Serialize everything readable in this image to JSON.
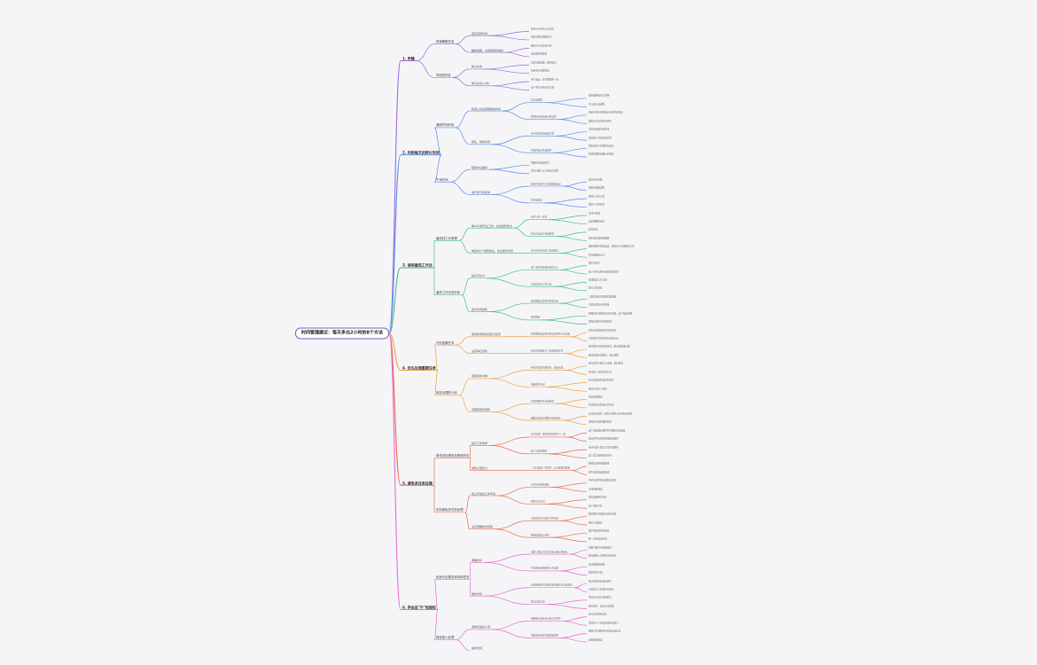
{
  "mindmap": {
    "root": {
      "label": "时间管理建议：每天多出2小时的8个方法",
      "color": "#7a5dc7",
      "children": [
        {
          "label": "1. 早睡",
          "color": "#9c6ad6",
          "children": [
            {
              "label": "规律睡眠作息",
              "children": [
                {
                  "label": "固定就寝时间",
                  "children": [
                    {
                      "label": "每晚十点半前上床休息"
                    },
                    {
                      "label": "周末也保持相同作息"
                    }
                  ]
                },
                {
                  "label": "睡前准备：关闭屏幕并放松",
                  "children": [
                    {
                      "label": "睡前半小时远离手机"
                    },
                    {
                      "label": "阅读或冥想放松"
                    }
                  ]
                }
              ]
            },
            {
              "label": "早起的好处",
              "children": [
                {
                  "label": "精力充沛",
                  "children": [
                    {
                      "label": "早晨头脑清醒，效率更高"
                    },
                    {
                      "label": "有更多时间做准备"
                    }
                  ]
                },
                {
                  "label": "每日多出1小时",
                  "children": [
                    {
                      "label": "用于运动、读书或规划一天"
                    },
                    {
                      "label": "减少匆忙带来的压力感"
                    }
                  ]
                }
              ]
            }
          ]
        },
        {
          "label": "2. 利用每天的碎片时间",
          "color": "#5b8def",
          "children": [
            {
              "label": "通勤时间利用",
              "children": [
                {
                  "label": "利用公共交通通勤的时间",
                  "children": [
                    {
                      "label": "听音频课程",
                      "children": [
                        {
                          "label": "收听播客和有声读物"
                        },
                        {
                          "label": "学习语言类课程"
                        }
                      ]
                    },
                    {
                      "label": "整理待办事项和日程安排",
                      "children": [
                        {
                          "label": "使用手机应用快速记录任务和想法"
                        },
                        {
                          "label": "规划好当天的重点任务"
                        }
                      ]
                    }
                  ]
                },
                {
                  "label": "排队、等候时间",
                  "children": [
                    {
                      "label": "用手机阅读新闻和文章",
                      "children": [
                        {
                          "label": "浏览新闻和行业资讯"
                        },
                        {
                          "label": "阅读电子书或长篇文章"
                        }
                      ]
                    },
                    {
                      "label": "快速回复消息和邮件",
                      "children": [
                        {
                          "label": "回复简单工作邮件和消息"
                        },
                        {
                          "label": "处理需要快速确认的事项"
                        }
                      ]
                    }
                  ]
                }
              ]
            },
            {
              "label": "午休时间",
              "children": [
                {
                  "label": "短暂休息放松",
                  "children": [
                    {
                      "label": "闭眼休息恢复精力"
                    },
                    {
                      "label": "适当小睡十五分钟提升效率"
                    }
                  ]
                },
                {
                  "label": "进行学习和思考",
                  "children": [
                    {
                      "label": "用碎片时间学习新技能和知识",
                      "children": [
                        {
                          "label": "阅读专业书籍"
                        },
                        {
                          "label": "观看短视频课程"
                        }
                      ]
                    },
                    {
                      "label": "思考和总结",
                      "children": [
                        {
                          "label": "整理上午的工作"
                        },
                        {
                          "label": "规划下午的任务"
                        }
                      ]
                    }
                  ]
                }
              ]
            }
          ]
        },
        {
          "label": "3. 使用番茄工作法",
          "color": "#3fbf8f",
          "children": [
            {
              "label": "番茄钟工作原理",
              "children": [
                {
                  "label": "每25分钟专注工作，然后短暂休息",
                  "children": [
                    {
                      "label": "专注于单一任务",
                      "children": [
                        {
                          "label": "关闭干扰源"
                        },
                        {
                          "label": "设定明确的目标"
                        }
                      ]
                    },
                    {
                      "label": "休息时远离工作和屏幕",
                      "children": [
                        {
                          "label": "起身活动"
                        },
                        {
                          "label": "喝水或远眺放松眼睛"
                        }
                      ]
                    }
                  ]
                },
                {
                  "label": "每完成4个番茄钟后，休息更长时间",
                  "children": [
                    {
                      "label": "长时间休息有助于恢复精力",
                      "children": [
                        {
                          "label": "散步或进行轻度运动，放松身心后再继续工作"
                        },
                        {
                          "label": "补充能量和水分"
                        }
                      ]
                    }
                  ]
                }
              ]
            },
            {
              "label": "番茄工作法的好处",
              "children": [
                {
                  "label": "提高专注力",
                  "children": [
                    {
                      "label": "减少多任务处理带来的分心",
                      "children": [
                        {
                          "label": "集中注意力"
                        },
                        {
                          "label": "减少任务切换带来的效率损失"
                        }
                      ]
                    },
                    {
                      "label": "培养良好的工作节奏",
                      "children": [
                        {
                          "label": "形成固定工作习惯"
                        },
                        {
                          "label": "提升工作效率"
                        }
                      ]
                    }
                  ]
                },
                {
                  "label": "提升时间感知",
                  "children": [
                    {
                      "label": "更准确地估算任务所需时间",
                      "children": [
                        {
                          "label": "了解每项任务需要的番茄数"
                        },
                        {
                          "label": "合理安排每日任务量"
                        }
                      ]
                    },
                    {
                      "label": "避免拖延",
                      "children": [
                        {
                          "label": "明确的时间限制带来紧迫感，减少拖延现象"
                        },
                        {
                          "label": "增强完成任务的成就感"
                        }
                      ]
                    }
                  ]
                }
              ]
            }
          ]
        },
        {
          "label": "4. 优先处理重要任务",
          "color": "#f2a03d",
          "children": [
            {
              "label": "识别重要任务",
              "children": [
                {
                  "label": "使用四象限法则区分任务",
                  "children": [
                    {
                      "label": "按重要程度和紧急程度将任务分为四类",
                      "children": [
                        {
                          "label": "优先完成重要且紧急的任务"
                        },
                        {
                          "label": "为重要不紧急的任务安排时间"
                        }
                      ]
                    }
                  ]
                },
                {
                  "label": "设定每日目标",
                  "children": [
                    {
                      "label": "每天早晨确定三个最重要的任务",
                      "children": [
                        {
                          "label": "集中精力完成关键任务，避免被琐事占据"
                        },
                        {
                          "label": "晚间回顾完成情况，及时调整"
                        }
                      ]
                    }
                  ]
                }
              ]
            },
            {
              "label": "制定合理的计划",
              "children": [
                {
                  "label": "使用待办清单",
                  "children": [
                    {
                      "label": "将任务按优先级排列，逐项完成",
                      "children": [
                        {
                          "label": "将大任务分解为小步骤，逐步推进"
                        },
                        {
                          "label": "每完成一项任务就打勾"
                        }
                      ]
                    },
                    {
                      "label": "预留缓冲时间",
                      "children": [
                        {
                          "label": "应对突发事件和意外情况"
                        },
                        {
                          "label": "避免计划过于紧凑"
                        }
                      ]
                    }
                  ]
                },
                {
                  "label": "定期回顾和调整",
                  "children": [
                    {
                      "label": "每周回顾任务完成情况",
                      "children": [
                        {
                          "label": "总结经验教训"
                        },
                        {
                          "label": "优化任务安排和计划方法"
                        }
                      ]
                    },
                    {
                      "label": "根据实际情况调整计划和目标",
                      "children": [
                        {
                          "label": "灵活应对变化，保持计划的可行性和有效性"
                        },
                        {
                          "label": "保持动力和积极的态度"
                        }
                      ]
                    }
                  ]
                }
              ]
            }
          ]
        },
        {
          "label": "5. 避免多任务处理",
          "color": "#ec6a4c",
          "children": [
            {
              "label": "单任务处理的优势和好处",
              "children": [
                {
                  "label": "提高工作效率",
                  "children": [
                    {
                      "label": "专注完成一项任务后再进行下一项",
                      "children": [
                        {
                          "label": "减少因频繁切换任务导致的时间浪费"
                        },
                        {
                          "label": "提高任务完成的质量和准确性"
                        }
                      ]
                    },
                    {
                      "label": "减少出错的概率",
                      "children": [
                        {
                          "label": "专注有助于提高工作的准确性"
                        },
                        {
                          "label": "减少返工和修改的时间"
                        }
                      ]
                    }
                  ]
                },
                {
                  "label": "减轻心理压力",
                  "children": [
                    {
                      "label": "一次只处理一件任务，让大脑更加放松",
                      "children": [
                        {
                          "label": "降低焦虑感和疲惫感"
                        },
                        {
                          "label": "提升满足感和成就感"
                        }
                      ]
                    }
                  ]
                }
              ]
            },
            {
              "label": "如何避免多任务处理",
              "children": [
                {
                  "label": "建立专注的工作环境",
                  "children": [
                    {
                      "label": "关闭不必要的通知",
                      "children": [
                        {
                          "label": "将手机调至静音或勿扰模式"
                        },
                        {
                          "label": "关闭电脑弹窗"
                        }
                      ]
                    },
                    {
                      "label": "整理工作空间",
                      "children": [
                        {
                          "label": "保持桌面整洁有序"
                        },
                        {
                          "label": "减少视觉干扰"
                        }
                      ]
                    }
                  ]
                },
                {
                  "label": "设定明确的时间段",
                  "children": [
                    {
                      "label": "为每项任务分配专门的时间",
                      "children": [
                        {
                          "label": "集中精力在限定时间内完成"
                        },
                        {
                          "label": "避免工作拖延"
                        }
                      ]
                    },
                    {
                      "label": "批量处理类似任务",
                      "children": [
                        {
                          "label": "集中回复邮件和消息"
                        },
                        {
                          "label": "统一安排会议时间"
                        }
                      ]
                    }
                  ]
                }
              ]
            }
          ]
        },
        {
          "label": "6. 学会说\"不\"和授权",
          "color": "#e66ad0",
          "children": [
            {
              "label": "拒绝不必要的请求和任务",
              "children": [
                {
                  "label": "明确目标",
                  "children": [
                    {
                      "label": "清楚了解自己的工作重点和长期目标",
                      "children": [
                        {
                          "label": "将精力集中在重要事项"
                        },
                        {
                          "label": "避免被他人的事情占用时间"
                        }
                      ]
                    },
                    {
                      "label": "学会委婉地拒绝他人的请求",
                      "children": [
                        {
                          "label": "表达理解和感谢"
                        },
                        {
                          "label": "提供替代方案"
                        }
                      ]
                    }
                  ]
                },
                {
                  "label": "保护时间",
                  "children": [
                    {
                      "label": "礼貌地拒绝不必要的会议和社交活动邀请",
                      "children": [
                        {
                          "label": "确认会议目的和必要性"
                        },
                        {
                          "label": "只参加与工作相关的会议"
                        }
                      ]
                    },
                    {
                      "label": "避免过度承诺",
                      "children": [
                        {
                          "label": "评估自己的时间和能力"
                        },
                        {
                          "label": "量力而行，保证工作质量"
                        }
                      ]
                    }
                  ]
                }
              ]
            },
            {
              "label": "授权他人处理",
              "children": [
                {
                  "label": "选择合适的人选",
                  "children": [
                    {
                      "label": "根据能力和专长分配工作任务",
                      "children": [
                        {
                          "label": "充分信任团队成员"
                        },
                        {
                          "label": "发挥每个人的优势和特长能力"
                        }
                      ]
                    },
                    {
                      "label": "清晰地传达任务要求和期望",
                      "children": [
                        {
                          "label": "确保对方理解任务的目标和标准"
                        },
                        {
                          "label": "定期跟进进度"
                        }
                      ]
                    }
                  ]
                },
                {
                  "label": "提供支持"
                }
              ]
            }
          ]
        }
      ]
    }
  }
}
